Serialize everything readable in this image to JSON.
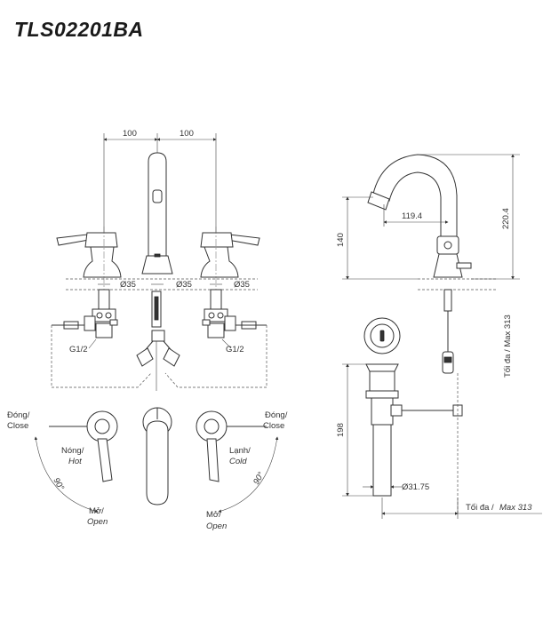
{
  "model": "TLS02201BA",
  "front": {
    "dim_left": "100",
    "dim_right": "100",
    "dia_left": "Ø35",
    "dia_center": "Ø35",
    "dia_right": "Ø35",
    "thread_left": "G1/2",
    "thread_right": "G1/2"
  },
  "side": {
    "dim_reach": "119.4",
    "dim_height": "220.4",
    "dim_spout": "140",
    "dim_drain": "198",
    "dim_pipe": "Ø31.75",
    "max_vertical": "Tối đa / Max 313",
    "max_horizontal_prefix": "Tối đa / ",
    "max_horizontal_value": "Max 313"
  },
  "handles": {
    "left_close": "Đóng/",
    "left_close_en": "Close",
    "left_hot": "Nóng/",
    "left_hot_en": "Hot",
    "left_angle": "90°",
    "left_open": "Mở/",
    "left_open_en": "Open",
    "right_close": "Đóng/",
    "right_close_en": "Close",
    "right_cold": "Lạnh/",
    "right_cold_en": "Cold",
    "right_angle": "90°",
    "right_open": "Mở/",
    "right_open_en": "Open"
  },
  "icons": {
    "arrow": "arrowhead-icon"
  }
}
